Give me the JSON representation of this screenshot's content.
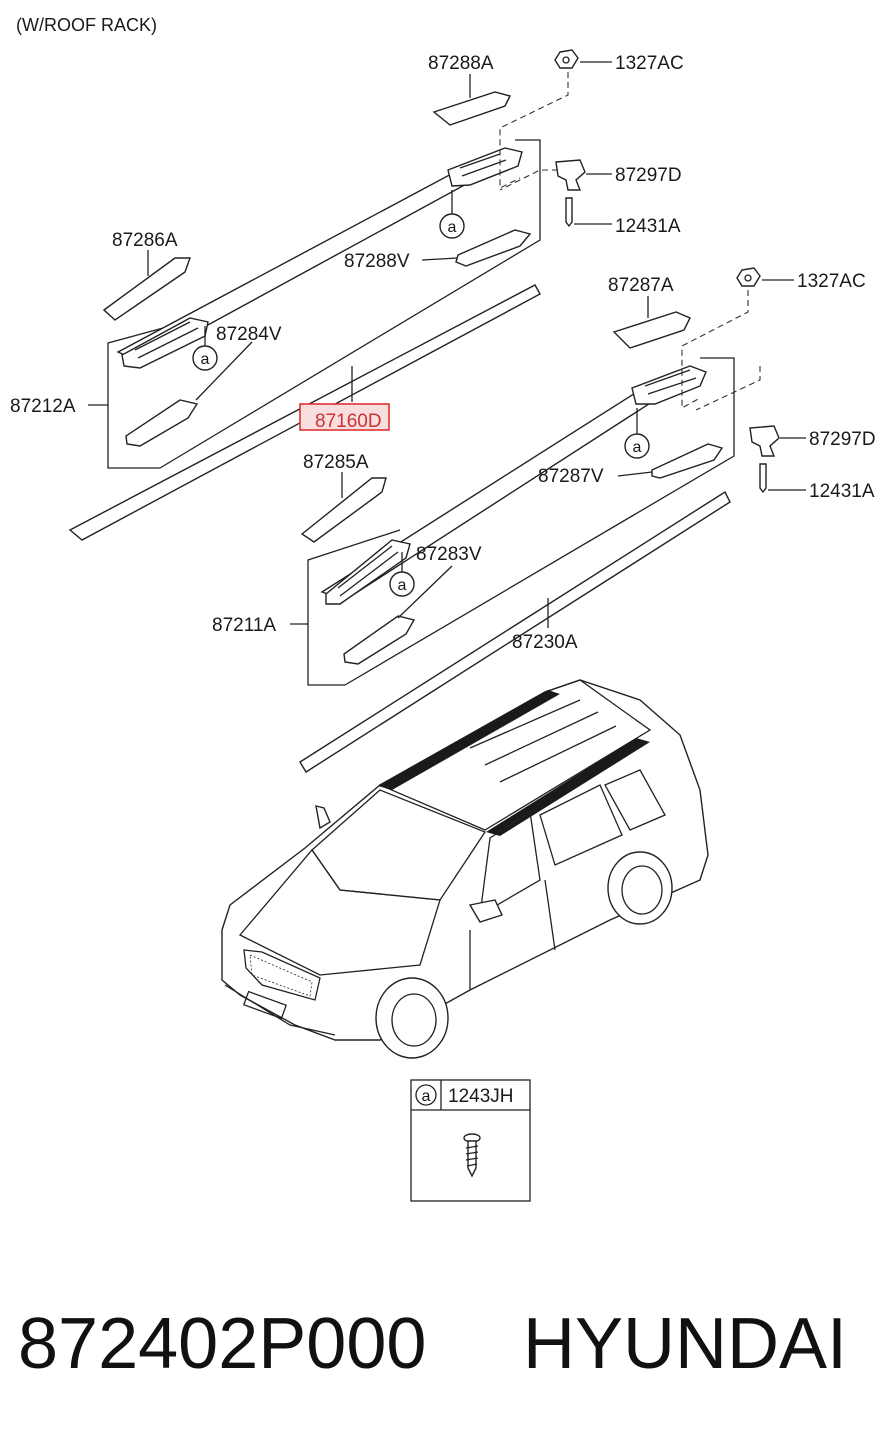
{
  "header": {
    "note": "(W/ROOF RACK)"
  },
  "labels": {
    "p87288A": "87288A",
    "p1327AC_top": "1327AC",
    "p87297D_top": "87297D",
    "p12431A_top": "12431A",
    "p87286A": "87286A",
    "p87288V": "87288V",
    "p87284V": "87284V",
    "p87212A": "87212A",
    "p87160D": "87160D",
    "p87287A": "87287A",
    "p1327AC_bot": "1327AC",
    "p87297D_bot": "87297D",
    "p87287V": "87287V",
    "p12431A_bot": "12431A",
    "p87285A": "87285A",
    "p87283V": "87283V",
    "p87211A": "87211A",
    "p87230A": "87230A"
  },
  "callouts": {
    "a1": "a",
    "a2": "a",
    "a3": "a",
    "a4": "a"
  },
  "legend": {
    "marker": "a",
    "part": "1243JH"
  },
  "footer": {
    "part_number": "872402P000",
    "brand": "HYUNDAI"
  },
  "colors": {
    "highlight_border": "#dd3333",
    "highlight_fill": "#f8dede",
    "roof_strip": "#1a1a1a"
  }
}
